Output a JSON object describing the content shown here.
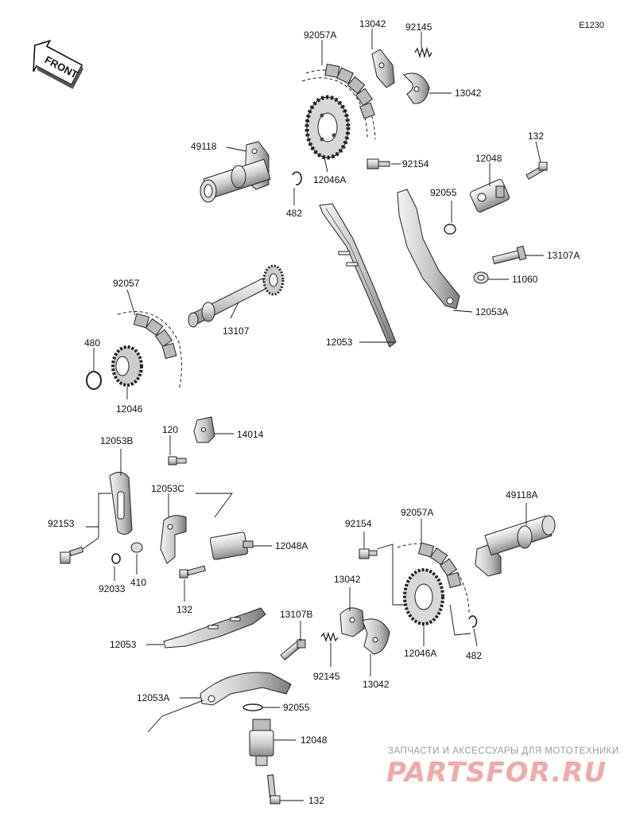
{
  "diagram_id": "E1230",
  "front_label": "FRONT",
  "watermark": {
    "tagline": "ЗАПЧАСТИ И АКСЕССУАРЫ ДЛЯ МОТОТЕХНИКИ",
    "brand": "PARTSFOR.RU"
  },
  "labels": {
    "p92057A_top": "92057A",
    "p13042_top": "13042",
    "p92145_top": "92145",
    "p13042_top2": "13042",
    "p49118": "49118",
    "p12046A_top": "12046A",
    "p92154_top": "92154",
    "p482_top": "482",
    "p132_top": "132",
    "p12048": "12048",
    "p92055_top": "92055",
    "p13107A": "13107A",
    "p11060": "11060",
    "p12053A_top": "12053A",
    "p92057": "92057",
    "p13107": "13107",
    "p12053_top": "12053",
    "p480": "480",
    "p12046": "12046",
    "p120": "120",
    "p14014": "14014",
    "p12053B": "12053B",
    "p12053C": "12053C",
    "p92153": "92153",
    "p12048A": "12048A",
    "p92033": "92033",
    "p410": "410",
    "p132_mid": "132",
    "p92154_bot": "92154",
    "p92057A_bot": "92057A",
    "p49118A": "49118A",
    "p13042_bot": "13042",
    "p12046A_bot": "12046A",
    "p482_bot": "482",
    "p12053_bot": "12053",
    "p13107B": "13107B",
    "p92145_bot": "92145",
    "p13042_bot2": "13042",
    "p12053A_bot": "12053A",
    "p92055_bot": "92055",
    "p12048_bot": "12048",
    "p132_bot": "132"
  }
}
